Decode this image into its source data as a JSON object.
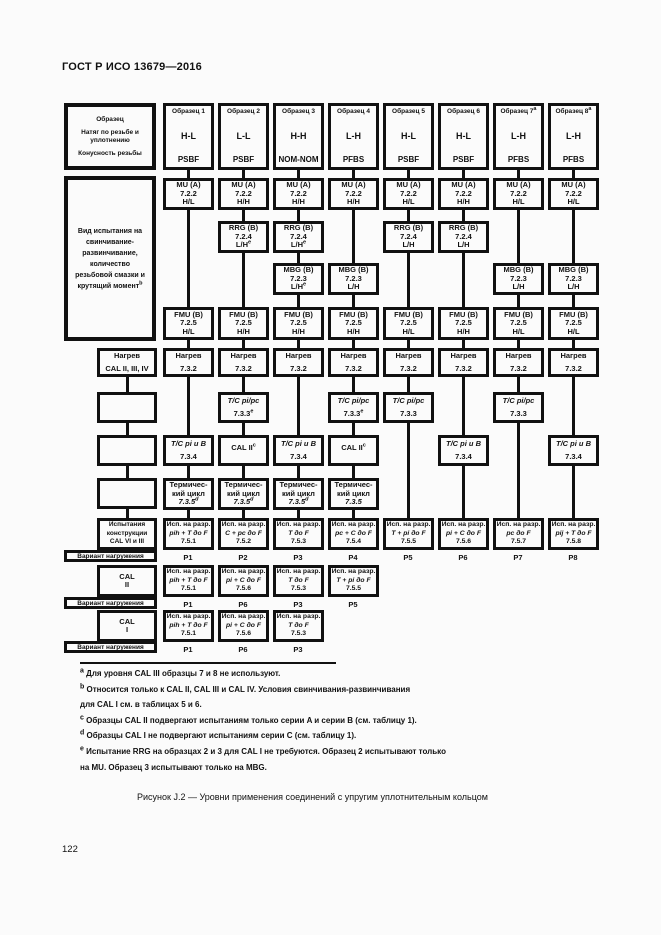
{
  "header": {
    "doc_id": "ГОСТ Р ИСО 13679—2016"
  },
  "diagram": {
    "legend_box": {
      "sample_label": "Образец",
      "load_label": "Натяг по резьбе и уплотнению",
      "taper_label": "Конусность резьбы"
    },
    "samples": [
      {
        "name": "Образец 1",
        "sup": "",
        "interference": "H-L",
        "taper": "PSBF"
      },
      {
        "name": "Образец 2",
        "sup": "",
        "interference": "L-L",
        "taper": "PSBF"
      },
      {
        "name": "Образец 3",
        "sup": "",
        "interference": "H-H",
        "taper": "NOM-NOM"
      },
      {
        "name": "Образец 4",
        "sup": "",
        "interference": "L-H",
        "taper": "PFBS"
      },
      {
        "name": "Образец 5",
        "sup": "",
        "interference": "H-L",
        "taper": "PSBF"
      },
      {
        "name": "Образец 6",
        "sup": "",
        "interference": "H-L",
        "taper": "PSBF"
      },
      {
        "name": "Образец 7",
        "sup": "a",
        "interference": "L-H",
        "taper": "PFBS"
      },
      {
        "name": "Образец 8",
        "sup": "a",
        "interference": "L-H",
        "taper": "PFBS"
      }
    ],
    "makeup_label": {
      "text": "Вид испытания на свинчивание-развинчивание, количество резьбовой смазки и крутящий момент",
      "sup": "b"
    },
    "mu_boxes": [
      {
        "l1": "MU (A)",
        "l2": "7.2.2",
        "l3": "H/L"
      },
      {
        "l1": "MU (A)",
        "l2": "7.2.2",
        "l3": "H/H"
      },
      {
        "l1": "MU (A)",
        "l2": "7.2.2",
        "l3": "H/H"
      },
      {
        "l1": "MU (A)",
        "l2": "7.2.2",
        "l3": "H/H"
      },
      {
        "l1": "MU (A)",
        "l2": "7.2.2",
        "l3": "H/L"
      },
      {
        "l1": "MU (A)",
        "l2": "7.2.2",
        "l3": "H/H"
      },
      {
        "l1": "MU (A)",
        "l2": "7.2.2",
        "l3": "H/L"
      },
      {
        "l1": "MU (A)",
        "l2": "7.2.2",
        "l3": "H/L"
      }
    ],
    "rrg_boxes": [
      {
        "col": 2,
        "l1": "RRG (B)",
        "l2": "7.2.4",
        "l3": "L/H",
        "sup": "e"
      },
      {
        "col": 3,
        "l1": "RRG (B)",
        "l2": "7.2.4",
        "l3": "L/H",
        "sup": "e"
      },
      {
        "col": 5,
        "l1": "RRG (B)",
        "l2": "7.2.4",
        "l3": "L/H",
        "sup": ""
      },
      {
        "col": 6,
        "l1": "RRG (B)",
        "l2": "7.2.4",
        "l3": "L/H",
        "sup": ""
      }
    ],
    "mbg_boxes": [
      {
        "col": 3,
        "l1": "MBG (B)",
        "l2": "7.2.3",
        "l3": "L/H",
        "sup": "e"
      },
      {
        "col": 4,
        "l1": "MBG (B)",
        "l2": "7.2.3",
        "l3": "L/H",
        "sup": ""
      },
      {
        "col": 7,
        "l1": "MBG (B)",
        "l2": "7.2.3",
        "l3": "L/H",
        "sup": ""
      },
      {
        "col": 8,
        "l1": "MBG (B)",
        "l2": "7.2.3",
        "l3": "L/H",
        "sup": ""
      }
    ],
    "fmu_boxes": [
      {
        "l1": "FMU (B)",
        "l2": "7.2.5",
        "l3": "H/L"
      },
      {
        "l1": "FMU (B)",
        "l2": "7.2.5",
        "l3": "H/H"
      },
      {
        "l1": "FMU (B)",
        "l2": "7.2.5",
        "l3": "H/H"
      },
      {
        "l1": "FMU (B)",
        "l2": "7.2.5",
        "l3": "H/H"
      },
      {
        "l1": "FMU (B)",
        "l2": "7.2.5",
        "l3": "H/L"
      },
      {
        "l1": "FMU (B)",
        "l2": "7.2.5",
        "l3": "H/H"
      },
      {
        "l1": "FMU (B)",
        "l2": "7.2.5",
        "l3": "H/L"
      },
      {
        "l1": "FMU (B)",
        "l2": "7.2.5",
        "l3": "H/L"
      }
    ],
    "heat_label": {
      "l1": "Нагрев",
      "l2": "CAL II, III, IV"
    },
    "heat_boxes": {
      "l1": "Нагрев",
      "l2": "7.3.2"
    },
    "tc_boxes": [
      {
        "col": 2,
        "l1": "T/C pi/pc",
        "l2": "7.3.3",
        "sup": "e"
      },
      {
        "col": 4,
        "l1": "T/C pi/pc",
        "l2": "7.3.3",
        "sup": "e"
      },
      {
        "col": 5,
        "l1": "T/C pi/pc",
        "l2": "7.3.3",
        "sup": ""
      },
      {
        "col": 7,
        "l1": "T/C pi/pc",
        "l2": "7.3.3",
        "sup": ""
      }
    ],
    "row7_boxes": [
      {
        "col": 1,
        "l1": "T/C pi и B",
        "l2": "7.3.4",
        "sup": ""
      },
      {
        "col": 2,
        "l1": "CAL II",
        "l2": "",
        "sup": "c"
      },
      {
        "col": 3,
        "l1": "T/C pi и B",
        "l2": "7.3.4",
        "sup": ""
      },
      {
        "col": 4,
        "l1": "CAL II",
        "l2": "",
        "sup": "c"
      },
      {
        "col": 6,
        "l1": "T/C pi и B",
        "l2": "7.3.4",
        "sup": ""
      },
      {
        "col": 8,
        "l1": "T/C pi и B",
        "l2": "7.3.4",
        "sup": ""
      }
    ],
    "thermal_boxes": [
      {
        "col": 1,
        "l1": "Термичес-",
        "l2": "кий цикл",
        "l3": "7.3.5",
        "sup": "d"
      },
      {
        "col": 2,
        "l1": "Термичес-",
        "l2": "кий цикл",
        "l3": "7.3.5",
        "sup": "d"
      },
      {
        "col": 3,
        "l1": "Термичес-",
        "l2": "кий цикл",
        "l3": "7.3.5",
        "sup": "d"
      },
      {
        "col": 4,
        "l1": "Термичес-",
        "l2": "кий цикл",
        "l3": "7.3.5",
        "sup": ""
      }
    ],
    "final_label": {
      "l1": "Испытания",
      "l2": "конструкции",
      "l3": "CAL VI и III"
    },
    "final_boxes": [
      {
        "l1": "Исп. на разр.",
        "l2": "pih + T до F",
        "l3": "7.5.1",
        "p": "P1"
      },
      {
        "l1": "Исп. на разр.",
        "l2": "C + pc до F",
        "l3": "7.5.2",
        "p": "P2"
      },
      {
        "l1": "Исп. на разр.",
        "l2": "T до F",
        "l3": "7.5.3",
        "p": "P3"
      },
      {
        "l1": "Исп. на разр.",
        "l2": "pc + C до F",
        "l3": "7.5.4",
        "p": "P4"
      },
      {
        "l1": "Исп. на разр.",
        "l2": "T + pi до F",
        "l3": "7.5.5",
        "p": "P5"
      },
      {
        "l1": "Исп. на разр.",
        "l2": "pi + C до F",
        "l3": "7.5.6",
        "p": "P6"
      },
      {
        "l1": "Исп. на разр.",
        "l2": "pc до F",
        "l3": "7.5.7",
        "p": "P7"
      },
      {
        "l1": "Исп. на разр.",
        "l2": "pij + T до F",
        "l3": "7.5.8",
        "p": "P8"
      }
    ],
    "variant_label": "Вариант нагружения",
    "cal2": {
      "label_l1": "CAL",
      "label_l2": "II",
      "boxes": [
        {
          "l1": "Исп. на разр.",
          "l2": "pih + T до F",
          "l3": "7.5.1",
          "p": "P1"
        },
        {
          "l1": "Исп. на разр.",
          "l2": "pi + C до F",
          "l3": "7.5.6",
          "p": "P6"
        },
        {
          "l1": "Исп. на разр.",
          "l2": "T до F",
          "l3": "7.5.3",
          "p": "P3"
        },
        {
          "l1": "Исп. на разр.",
          "l2": "T + pi до F",
          "l3": "7.5.5",
          "p": "P5"
        }
      ]
    },
    "cal1": {
      "label_l1": "CAL",
      "label_l2": "I",
      "boxes": [
        {
          "l1": "Исп. на разр.",
          "l2": "pih + T до F",
          "l3": "7.5.1",
          "p": "P1"
        },
        {
          "l1": "Исп. на разр.",
          "l2": "pi + C до F",
          "l3": "7.5.6",
          "p": "P6"
        },
        {
          "l1": "Исп. на разр.",
          "l2": "T до F",
          "l3": "7.5.3",
          "p": "P3"
        }
      ]
    }
  },
  "footnotes": [
    {
      "mark": "a",
      "text": "Для уровня CAL III образцы 7 и 8 не используют."
    },
    {
      "mark": "b",
      "text": "Относится только к CAL II, CAL III и CAL IV. Условия свинчивания-развинчивания"
    },
    {
      "mark": "",
      "text": "для CAL I см. в таблицах 5 и 6."
    },
    {
      "mark": "c",
      "text": "Образцы CAL II подвергают испытаниям только серии A и серии B (см. таблицу 1)."
    },
    {
      "mark": "d",
      "text": "Образцы CAL I не подвергают испытаниям серии C (см. таблицу 1)."
    },
    {
      "mark": "e",
      "text": "Испытание RRG на образцах 2 и 3 для CAL I не требуются. Образец 2 испытывают только"
    },
    {
      "mark": "",
      "text": "на MU. Образец 3 испытывают только на MBG."
    }
  ],
  "caption": "Рисунок J.2 — Уровни применения соединений с упругим уплотнительным кольцом",
  "page_number": "122"
}
